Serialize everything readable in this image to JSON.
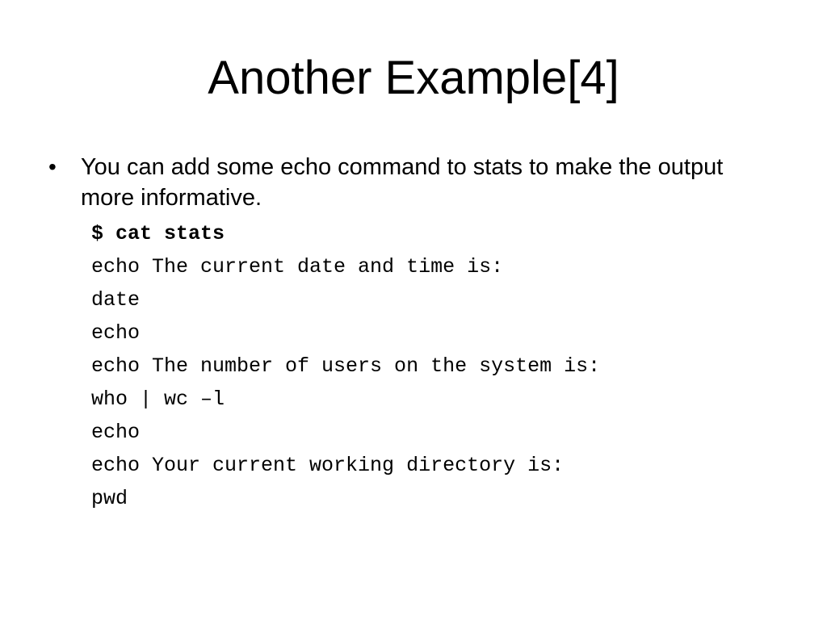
{
  "slide": {
    "title": "Another Example[4]",
    "bullet": {
      "glyph": "•",
      "text": "You can add some echo command to stats to make the output more informative."
    },
    "code_lines": [
      {
        "text": "$ cat stats",
        "bold": true
      },
      {
        "text": "echo The current date and time is:",
        "bold": false
      },
      {
        "text": "date",
        "bold": false
      },
      {
        "text": "echo",
        "bold": false
      },
      {
        "text": "echo The number of users on the system is:",
        "bold": false
      },
      {
        "text": "who | wc –l",
        "bold": false
      },
      {
        "text": "echo",
        "bold": false
      },
      {
        "text": "echo Your current working directory is:",
        "bold": false
      },
      {
        "text": "pwd",
        "bold": false
      }
    ]
  }
}
